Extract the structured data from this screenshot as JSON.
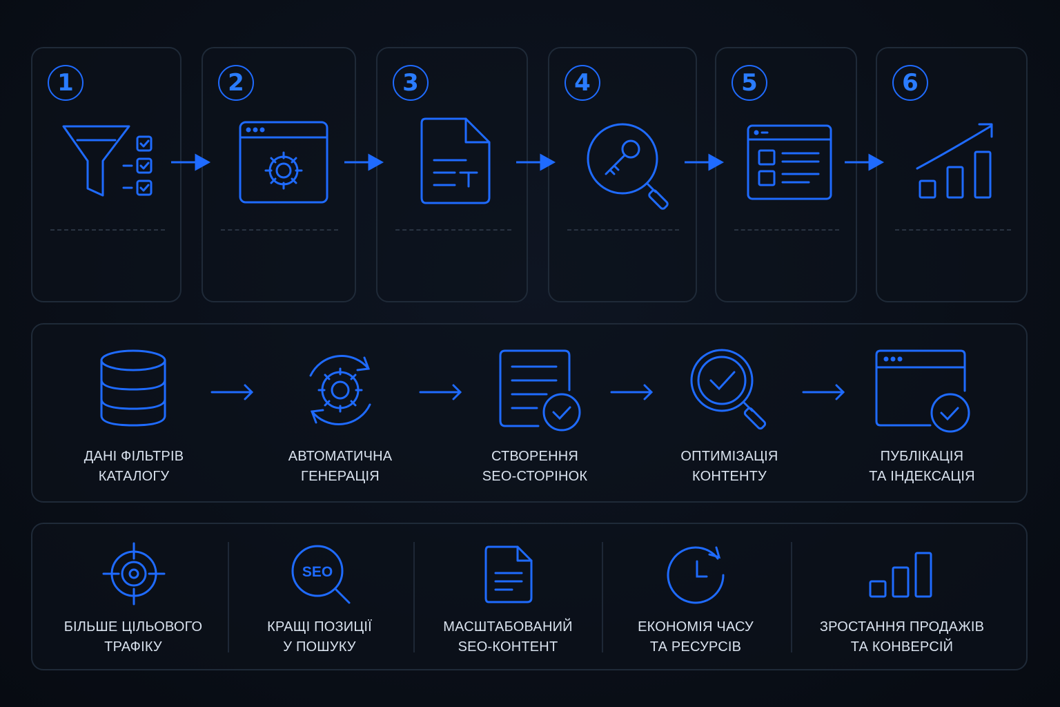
{
  "steps": [
    {
      "number": "1",
      "icon": "filter-funnel-checklist-icon"
    },
    {
      "number": "2",
      "icon": "browser-gear-icon"
    },
    {
      "number": "3",
      "icon": "document-text-icon"
    },
    {
      "number": "4",
      "icon": "key-magnifier-icon"
    },
    {
      "number": "5",
      "icon": "web-page-layout-icon"
    },
    {
      "number": "6",
      "icon": "growth-chart-icon"
    }
  ],
  "pipeline": [
    {
      "line1": "ДАНІ ФІЛЬТРІВ",
      "line2": "КАТАЛОГУ",
      "icon": "database-icon"
    },
    {
      "line1": "АВТОМАТИЧНА",
      "line2": "ГЕНЕРАЦІЯ",
      "icon": "gear-refresh-icon"
    },
    {
      "line1": "СТВОРЕННЯ",
      "line2": "SEO-СТОРІНОК",
      "icon": "document-check-icon"
    },
    {
      "line1": "ОПТИМІЗАЦІЯ",
      "line2": "КОНТЕНТУ",
      "icon": "magnifier-check-icon"
    },
    {
      "line1": "ПУБЛІКАЦІЯ",
      "line2": "ТА ІНДЕКСАЦІЯ",
      "icon": "browser-check-icon"
    }
  ],
  "benefits": [
    {
      "line1": "БІЛЬШЕ ЦІЛЬОВОГО",
      "line2": "ТРАФІКУ",
      "icon": "target-crosshair-icon"
    },
    {
      "line1": "КРАЩІ ПОЗИЦІЇ",
      "line2": "У ПОШУКУ",
      "icon": "seo-magnifier-icon"
    },
    {
      "line1": "МАСШТАБОВАНИЙ",
      "line2": "SEO-КОНТЕНТ",
      "icon": "document-icon"
    },
    {
      "line1": "ЕКОНОМІЯ ЧАСУ",
      "line2": "ТА РЕСУРСІВ",
      "icon": "clock-icon"
    },
    {
      "line1": "ЗРОСТАННЯ ПРОДАЖІВ",
      "line2": "ТА КОНВЕРСІЙ",
      "icon": "bar-chart-icon"
    }
  ],
  "icon_labels": {
    "seo": "SEO"
  },
  "colors": {
    "accent": "#1f6bff",
    "text": "#d9e2ee",
    "border": "#1f2a38",
    "background": "#0a0f18"
  }
}
